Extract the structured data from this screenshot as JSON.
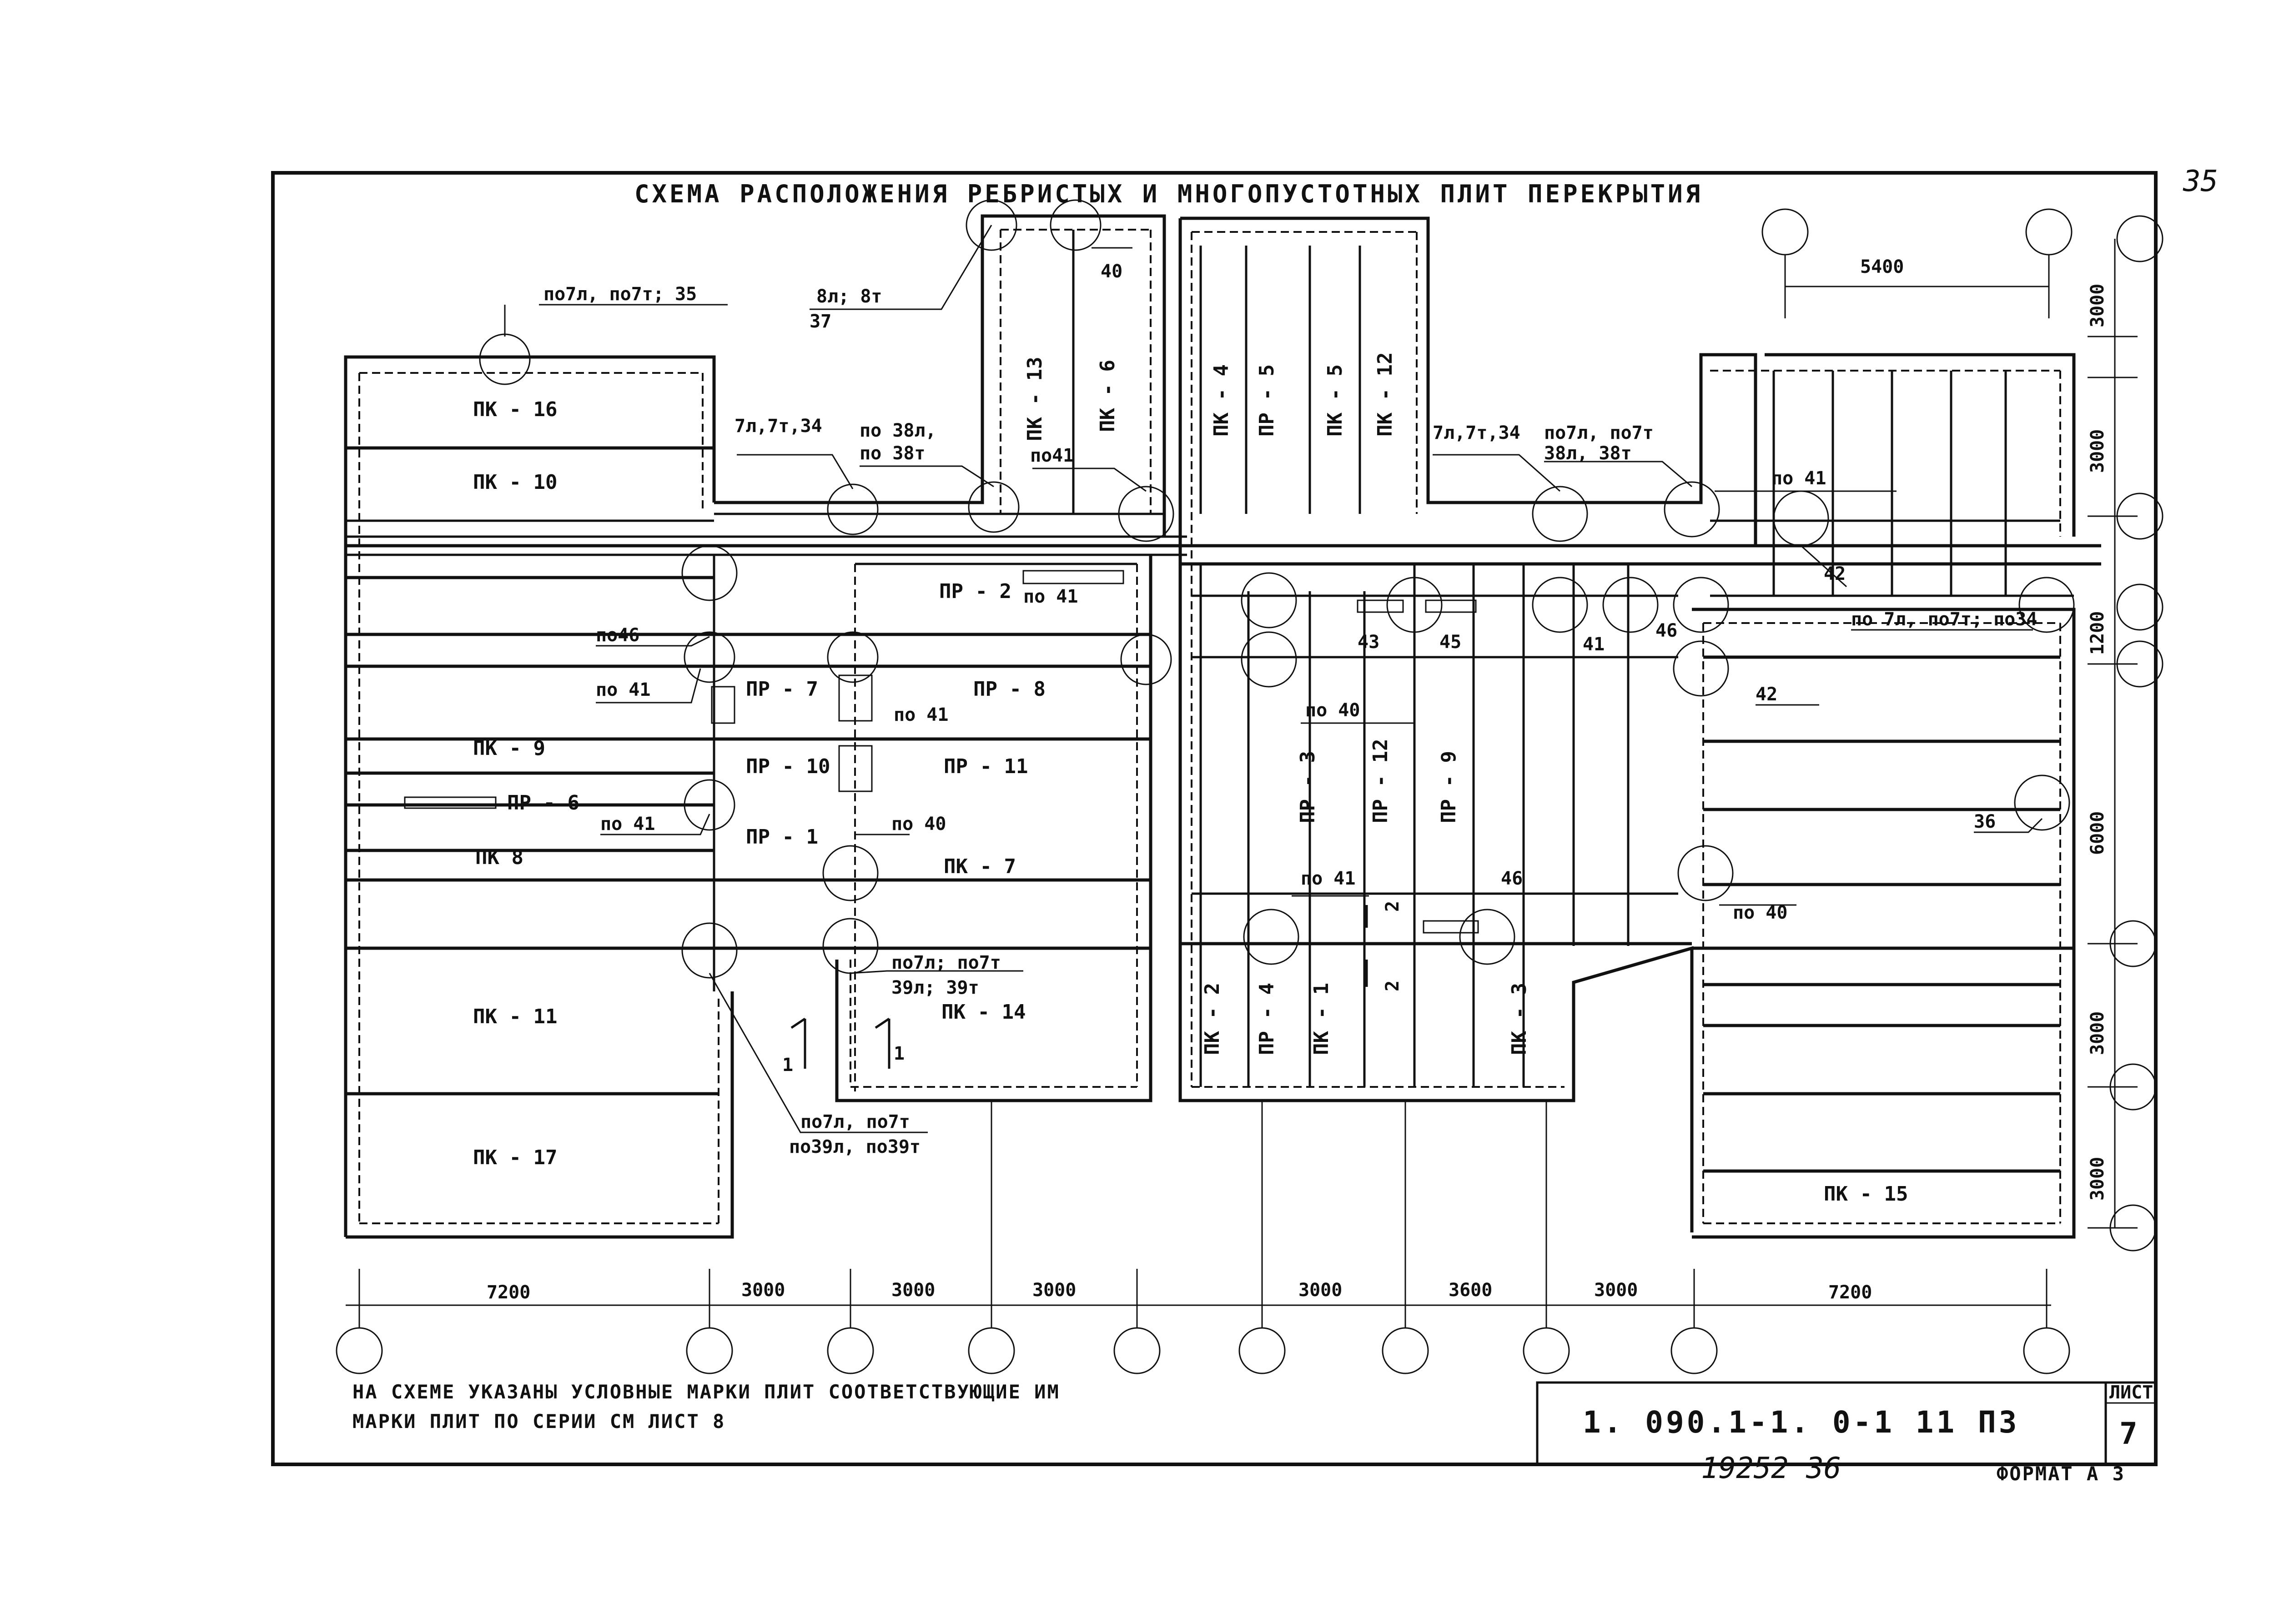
{
  "title": "СХЕМА  РАСПОЛОЖЕНИЯ   РЕБРИСТЫХ И МНОГОПУСТОТНЫХ ПЛИТ ПЕРЕКРЫТИЯ",
  "page_number_hand": "35",
  "panels": {
    "pk16": "ПК - 16",
    "pk10": "ПК - 10",
    "pk9": "ПК - 9",
    "pk8": "ПК  8",
    "pk11": "ПК - 11",
    "pk17": "ПК - 17",
    "pk13": "ПК - 13",
    "pk6": "ПК - 6",
    "pk4": "ПК - 4",
    "pr5": "ПР - 5",
    "pk5": "ПК - 5",
    "pk12": "ПК - 12",
    "pr2": "ПР - 2",
    "pr7": "ПР - 7",
    "pr8": "ПР - 8",
    "pr10": "ПР - 10",
    "pr11": "ПР - 11",
    "pr6": "ПР - 6",
    "pr1": "ПР - 1",
    "pk7": "ПК - 7",
    "pk14": "ПК - 14",
    "pr3": "ПР - 3",
    "pr12": "ПР - 12",
    "pr9": "ПР - 9",
    "pk2": "ПК - 2",
    "pr4": "ПР - 4",
    "pk1": "ПК - 1",
    "pk3": "ПК - 3",
    "pk15": "ПК - 15"
  },
  "notes": {
    "n_po7l_35": "по7л, по7т; 35",
    "n_8l_8t": "8л;  8т",
    "n_37": "37",
    "n_40top": "40",
    "n_7l_34_left": "7л,7т,34",
    "n_po38l": "по 38л,",
    "n_po38t": "по 38т",
    "n_po41_top": "по41",
    "n_7l_34_right": "7л,7т,34",
    "n_po7l_po7t": "по7л, по7т",
    "n_38l_38t": "38л, 38т",
    "n_po41_right": "по 41",
    "n_42a": "42",
    "n_po41_box": "по 41",
    "n_po46": "по46",
    "n_po41_l1": "по 41",
    "n_po41_mid": "по 41",
    "n_po41_l2": "по 41",
    "n_po40_mid": "по 40",
    "n_43": "43",
    "n_45": "45",
    "n_po40_center": "по   40",
    "n_41": "41",
    "n_46a": "46",
    "n_42b": "42",
    "n_po7l_po7t_34": "по 7л, по7т; по34",
    "n_36": "36",
    "n_po41_low": "по   41",
    "n_46b": "46",
    "n_po40_right": "по 40",
    "n_po7l_po7t_39": "по7л; по7т",
    "n_39l_39t": "39л; 39т",
    "n_po7l_bottom": "по7л, по7т",
    "n_po39": "по39л, по39т",
    "sec1": "1",
    "sec2": "2"
  },
  "dimensions": {
    "d5400": "5400",
    "d3000_r1": "3000",
    "d3000_r2": "3000",
    "d1200": "1200",
    "d6000": "6000",
    "d3000_r3": "3000",
    "d3000_r4": "3000",
    "d7200_left": "7200",
    "d3000_b1": "3000",
    "d3000_b2": "3000",
    "d3000_b3": "3000",
    "d3000_b4": "3000",
    "d3600": "3600",
    "d3000_b5": "3000",
    "d7200_right": "7200"
  },
  "footer": {
    "note_line1": "НА СХЕМЕ  УКАЗАНЫ  УСЛОВНЫЕ  МАРКИ  ПЛИТ  СООТВЕТСТВУЮЩИЕ  ИМ",
    "note_line2": "МАРКИ  ПЛИТ   ПО СЕРИИ   СМ  ЛИСТ   8",
    "doc_code": "1. 090.1-1.  0-1     11 ПЗ",
    "sheet_label": "ЛИСТ",
    "sheet_number": "7",
    "hand_note": "19252   36",
    "format": "ФОРМАТ А 3"
  }
}
